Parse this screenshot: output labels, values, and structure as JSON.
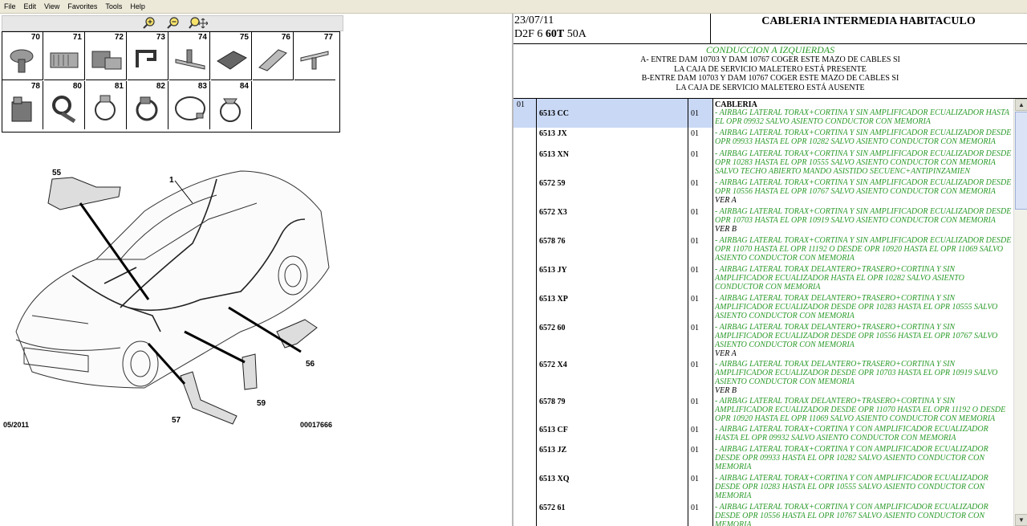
{
  "menu": [
    "File",
    "Edit",
    "View",
    "Favorites",
    "Tools",
    "Help"
  ],
  "zoom_tools": [
    "zoom-in-icon",
    "zoom-out-icon",
    "pan-zoom-icon"
  ],
  "thumbnails": [
    "70",
    "71",
    "72",
    "73",
    "74",
    "75",
    "76",
    "77",
    "78",
    "80",
    "81",
    "82",
    "83",
    "84"
  ],
  "diagram": {
    "labels": [
      "55",
      "1",
      "56",
      "59",
      "57"
    ],
    "date": "05/2011",
    "code": "00017666"
  },
  "header": {
    "date": "23/07/11",
    "model_a": "D2F 6",
    "model_b": "60T",
    "model_c": "50A",
    "title": "CABLERIA INTERMEDIA HABITACULO"
  },
  "conditions": {
    "title": "CONDUCCION A IZQUIERDAS",
    "lines": [
      "A- ENTRE DAM 10703 Y DAM 10767 COGER ESTE MAZO DE CABLES SI",
      "LA CAJA DE SERVICIO MALETERO ESTÁ PRESENTE",
      "B-ENTRE DAM 10703 Y DAM 10767 COGER ESTE MAZO DE CABLES SI",
      "LA CAJA DE SERVICIO MALETERO ESTÁ AUSENTE"
    ]
  },
  "table": {
    "index": "01",
    "heading": "CABLERIA",
    "rows": [
      {
        "ref": "6513 CC",
        "qty": "01",
        "desc": "- AIRBAG LATERAL TORAX+CORTINA Y SIN AMPLIFICADOR ECUALIZADOR HASTA EL OPR 09932 SALVO ASIENTO CONDUCTOR CON MEMORIA",
        "ver": ""
      },
      {
        "ref": "6513 JX",
        "qty": "01",
        "desc": "- AIRBAG LATERAL TORAX+CORTINA Y SIN AMPLIFICADOR ECUALIZADOR DESDE OPR 09933 HASTA EL OPR 10282 SALVO ASIENTO CONDUCTOR CON MEMORIA",
        "ver": ""
      },
      {
        "ref": "6513 XN",
        "qty": "01",
        "desc": "- AIRBAG LATERAL TORAX+CORTINA Y SIN AMPLIFICADOR ECUALIZADOR DESDE OPR 10283 HASTA EL OPR 10555 SALVO ASIENTO CONDUCTOR CON MEMORIA SALVO TECHO ABIERTO MANDO ASISTIDO SECUENC+ANTIPINZAMIEN",
        "ver": ""
      },
      {
        "ref": "6572 59",
        "qty": "01",
        "desc": "- AIRBAG LATERAL TORAX+CORTINA Y SIN AMPLIFICADOR ECUALIZADOR DESDE OPR 10556 HASTA EL OPR 10767 SALVO ASIENTO CONDUCTOR CON MEMORIA",
        "ver": "VER A"
      },
      {
        "ref": "6572 X3",
        "qty": "01",
        "desc": "- AIRBAG LATERAL TORAX+CORTINA Y SIN AMPLIFICADOR ECUALIZADOR DESDE OPR 10703 HASTA EL OPR 10919 SALVO ASIENTO CONDUCTOR CON MEMORIA",
        "ver": "VER B"
      },
      {
        "ref": "6578 76",
        "qty": "01",
        "desc": "- AIRBAG LATERAL TORAX+CORTINA Y SIN AMPLIFICADOR ECUALIZADOR DESDE OPR 11070 HASTA EL OPR 11192 O DESDE OPR 10920 HASTA EL OPR 11069 SALVO ASIENTO CONDUCTOR CON MEMORIA",
        "ver": ""
      },
      {
        "ref": "6513 JY",
        "qty": "01",
        "desc": "- AIRBAG LATERAL TORAX DELANTERO+TRASERO+CORTINA Y SIN AMPLIFICADOR ECUALIZADOR HASTA EL OPR 10282 SALVO ASIENTO CONDUCTOR CON MEMORIA",
        "ver": ""
      },
      {
        "ref": "6513 XP",
        "qty": "01",
        "desc": "- AIRBAG LATERAL TORAX DELANTERO+TRASERO+CORTINA Y SIN AMPLIFICADOR ECUALIZADOR DESDE OPR 10283 HASTA EL OPR 10555 SALVO ASIENTO CONDUCTOR CON MEMORIA",
        "ver": ""
      },
      {
        "ref": "6572 60",
        "qty": "01",
        "desc": "- AIRBAG LATERAL TORAX DELANTERO+TRASERO+CORTINA Y SIN AMPLIFICADOR ECUALIZADOR DESDE OPR 10556 HASTA EL OPR 10767 SALVO ASIENTO CONDUCTOR CON MEMORIA",
        "ver": "VER A"
      },
      {
        "ref": "6572 X4",
        "qty": "01",
        "desc": "- AIRBAG LATERAL TORAX DELANTERO+TRASERO+CORTINA Y SIN AMPLIFICADOR ECUALIZADOR DESDE OPR 10703 HASTA EL OPR 10919 SALVO ASIENTO CONDUCTOR CON MEMORIA",
        "ver": "VER B"
      },
      {
        "ref": "6578 79",
        "qty": "01",
        "desc": "- AIRBAG LATERAL TORAX DELANTERO+TRASERO+CORTINA Y SIN AMPLIFICADOR ECUALIZADOR DESDE OPR 11070 HASTA EL OPR 11192 O DESDE OPR 10920 HASTA EL OPR 11069 SALVO ASIENTO CONDUCTOR CON MEMORIA",
        "ver": ""
      },
      {
        "ref": "6513 CF",
        "qty": "01",
        "desc": "- AIRBAG LATERAL TORAX+CORTINA Y CON AMPLIFICADOR ECUALIZADOR HASTA EL OPR 09932 SALVO ASIENTO CONDUCTOR CON MEMORIA",
        "ver": ""
      },
      {
        "ref": "6513 JZ",
        "qty": "01",
        "desc": "- AIRBAG LATERAL TORAX+CORTINA Y CON AMPLIFICADOR ECUALIZADOR DESDE OPR 09933 HASTA EL OPR 10282 SALVO ASIENTO CONDUCTOR CON MEMORIA",
        "ver": ""
      },
      {
        "ref": "6513 XQ",
        "qty": "01",
        "desc": "- AIRBAG LATERAL TORAX+CORTINA Y CON AMPLIFICADOR ECUALIZADOR DESDE OPR 10283 HASTA EL OPR 10555 SALVO ASIENTO CONDUCTOR CON MEMORIA",
        "ver": ""
      },
      {
        "ref": "6572 61",
        "qty": "01",
        "desc": "- AIRBAG LATERAL TORAX+CORTINA Y CON AMPLIFICADOR ECUALIZADOR DESDE OPR 10556 HASTA EL OPR 10767 SALVO ASIENTO CONDUCTOR CON MEMORIA",
        "ver": ""
      }
    ]
  },
  "colors": {
    "green_text": "#2a9a2a",
    "highlight": "#c9d8f5"
  }
}
